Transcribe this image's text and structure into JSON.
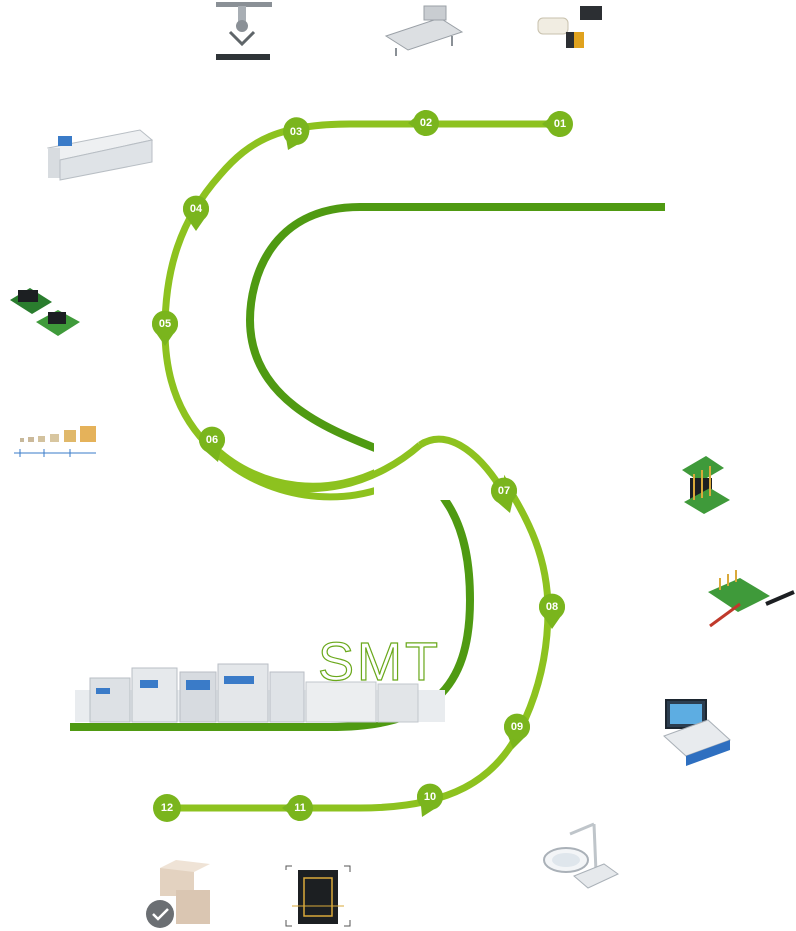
{
  "diagram": {
    "brand_text": "SMT",
    "colors": {
      "light_path": "#8dc21f",
      "dark_path": "#4f9a12",
      "marker": "#7ab51d",
      "marker_text": "#ffffff"
    },
    "steps": [
      {
        "label": "01",
        "icon": "feeder-clamp-icon"
      },
      {
        "label": "02",
        "icon": "stencil-frame-icon"
      },
      {
        "label": "03",
        "icon": "pick-place-head-icon"
      },
      {
        "label": "04",
        "icon": "reflow-oven-icon"
      },
      {
        "label": "05",
        "icon": "ic-socket-adapter-icon"
      },
      {
        "label": "06",
        "icon": "chip-components-icon"
      },
      {
        "label": "07",
        "icon": "pin-header-icon"
      },
      {
        "label": "08",
        "icon": "probe-board-icon"
      },
      {
        "label": "09",
        "icon": "aoi-inspection-icon"
      },
      {
        "label": "10",
        "icon": "magnifier-lamp-icon"
      },
      {
        "label": "11",
        "icon": "xray-scan-icon"
      },
      {
        "label": "12",
        "icon": "packaging-box-icon"
      }
    ],
    "machine_line_icon": "smt-production-line-icon"
  }
}
